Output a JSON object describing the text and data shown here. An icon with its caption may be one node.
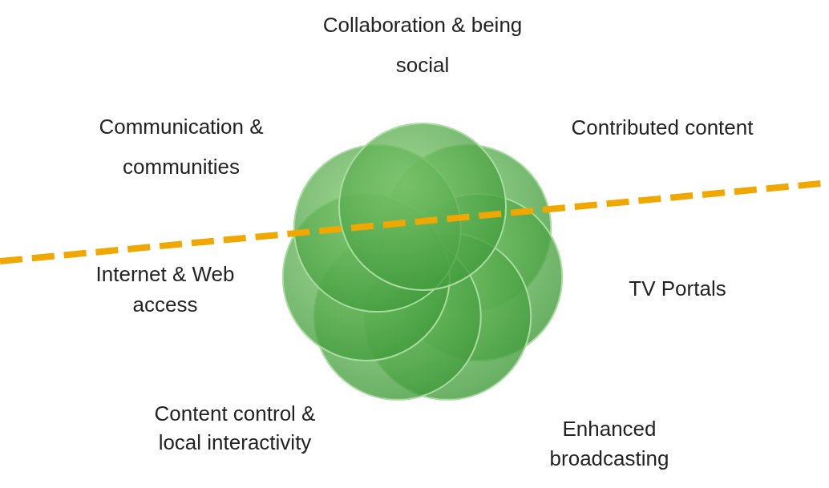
{
  "diagram": {
    "labels": [
      "Collaboration & being social",
      "Communication & communities",
      "Contributed content",
      "Internet & Web access",
      "TV Portals",
      "Content control & local interactivity",
      "Enhanced broadcasting"
    ]
  }
}
